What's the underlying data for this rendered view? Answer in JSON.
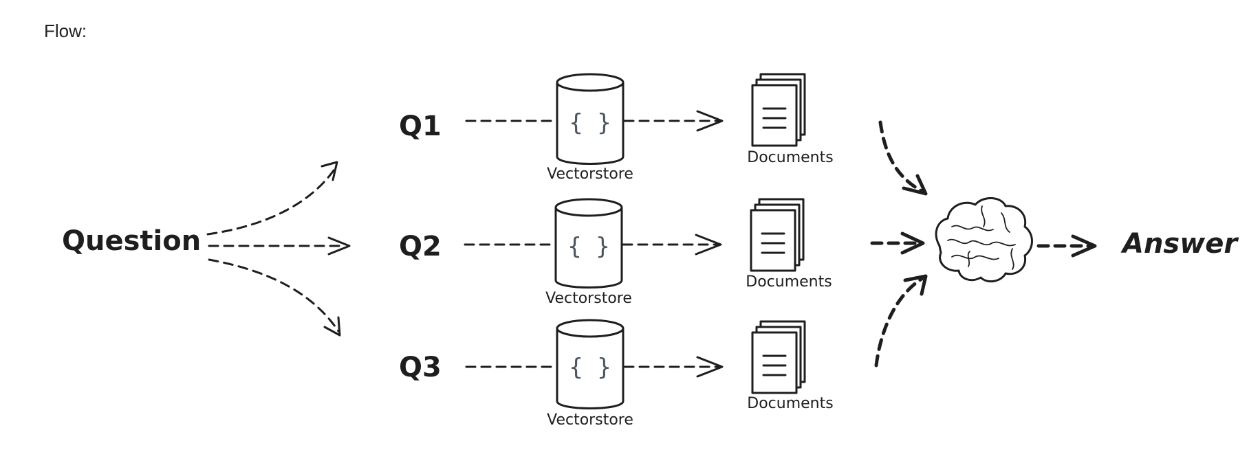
{
  "header": {
    "label": "Flow:"
  },
  "diagram": {
    "question": "Question",
    "answer": "Answer",
    "rows": [
      {
        "query": "Q1",
        "store": "Vectorstore",
        "store_icon": "{ }",
        "docs": "Documents"
      },
      {
        "query": "Q2",
        "store": "Vectorstore",
        "store_icon": "{ }",
        "docs": "Documents"
      },
      {
        "query": "Q3",
        "store": "Vectorstore",
        "store_icon": "{ }",
        "docs": "Documents"
      }
    ],
    "llm_icon": "brain-icon"
  }
}
